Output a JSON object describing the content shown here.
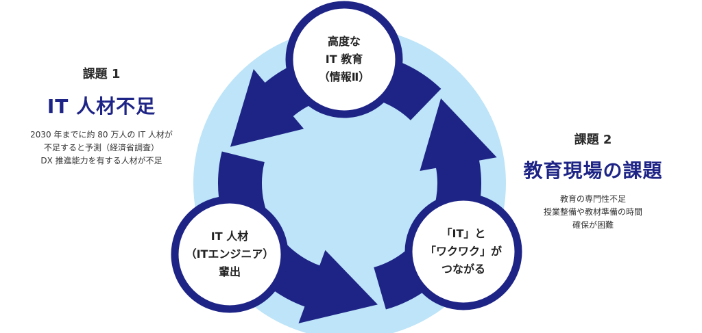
{
  "colors": {
    "navy": "#1e2486",
    "light_blue": "#bde4f8",
    "ring_fill": "#ffffff"
  },
  "issue1": {
    "label": "課題 1",
    "title": "IT 人材不足",
    "lines": [
      "2030 年までに約 80 万人の IT 人材が",
      "不足すると予測（経済省調査）",
      "DX 推進能力を有する人材が不足"
    ]
  },
  "issue2": {
    "label": "課題 2",
    "title": "教育現場の課題",
    "lines": [
      "教育の専門性不足",
      "授業整備や教材準備の時間",
      "確保が困難"
    ]
  },
  "cycle": {
    "nodes": [
      {
        "lines": [
          "高度な",
          "IT 教育",
          "（情報Ⅱ）"
        ]
      },
      {
        "lines": [
          "IT 人材",
          "（ITエンジニア）",
          "輩出"
        ]
      },
      {
        "lines": [
          "「IT」と",
          "「ワクワク」が",
          "つながる"
        ]
      }
    ]
  }
}
